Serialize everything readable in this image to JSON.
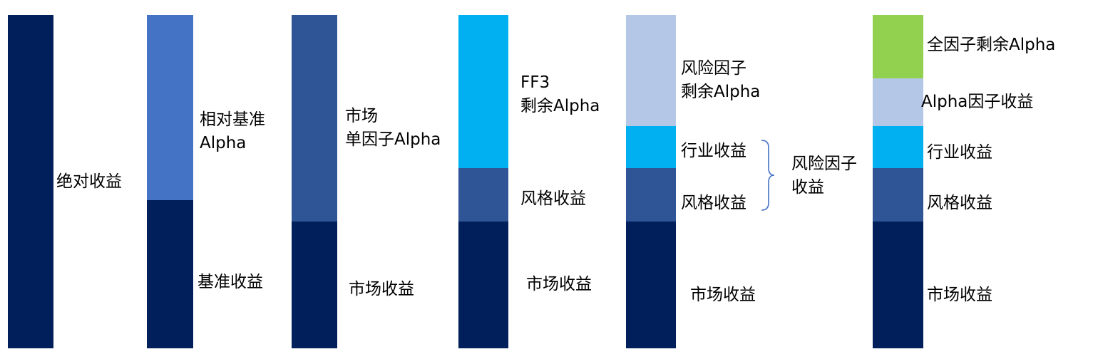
{
  "colors": {
    "navy": "#001f5b",
    "blue": "#4472c4",
    "steel": "#2f5597",
    "cyan": "#00b0f0",
    "light": "#b4c7e7",
    "green": "#92d050"
  },
  "columns": [
    {
      "id": "absolute",
      "segments": [
        {
          "color": "navy"
        }
      ],
      "labels": [
        {
          "lines": [
            "绝对收益"
          ]
        }
      ]
    },
    {
      "id": "relative",
      "segments": [
        {
          "color": "blue"
        },
        {
          "color": "navy"
        }
      ],
      "labels": [
        {
          "lines": [
            "相对基准",
            "Alpha"
          ]
        },
        {
          "lines": [
            "基准收益"
          ]
        }
      ]
    },
    {
      "id": "market",
      "segments": [
        {
          "color": "steel"
        },
        {
          "color": "navy"
        }
      ],
      "labels": [
        {
          "lines": [
            "市场",
            "单因子Alpha"
          ]
        },
        {
          "lines": [
            "市场收益"
          ]
        }
      ]
    },
    {
      "id": "ff3",
      "segments": [
        {
          "color": "cyan"
        },
        {
          "color": "steel"
        },
        {
          "color": "navy"
        }
      ],
      "labels": [
        {
          "lines": [
            "FF3",
            "剩余Alpha"
          ]
        },
        {
          "lines": [
            "风格收益"
          ]
        },
        {
          "lines": [
            "市场收益"
          ]
        }
      ]
    },
    {
      "id": "risk",
      "segments": [
        {
          "color": "light"
        },
        {
          "color": "cyan"
        },
        {
          "color": "steel"
        },
        {
          "color": "navy"
        }
      ],
      "labels": [
        {
          "lines": [
            "风险因子",
            "剩余Alpha"
          ]
        },
        {
          "lines": [
            "行业收益"
          ]
        },
        {
          "lines": [
            "风格收益"
          ]
        },
        {
          "lines": [
            "市场收益"
          ]
        }
      ]
    },
    {
      "id": "full",
      "segments": [
        {
          "color": "green"
        },
        {
          "color": "light"
        },
        {
          "color": "cyan"
        },
        {
          "color": "steel"
        },
        {
          "color": "navy"
        }
      ],
      "labels": [
        {
          "lines": [
            "全因子剩余Alpha"
          ]
        },
        {
          "lines": [
            "Alpha因子收益"
          ]
        },
        {
          "lines": [
            "行业收益"
          ]
        },
        {
          "lines": [
            "风格收益"
          ]
        },
        {
          "lines": [
            "市场收益"
          ]
        }
      ]
    }
  ],
  "brace_label": {
    "lines": [
      "风险因子",
      "收益"
    ]
  }
}
